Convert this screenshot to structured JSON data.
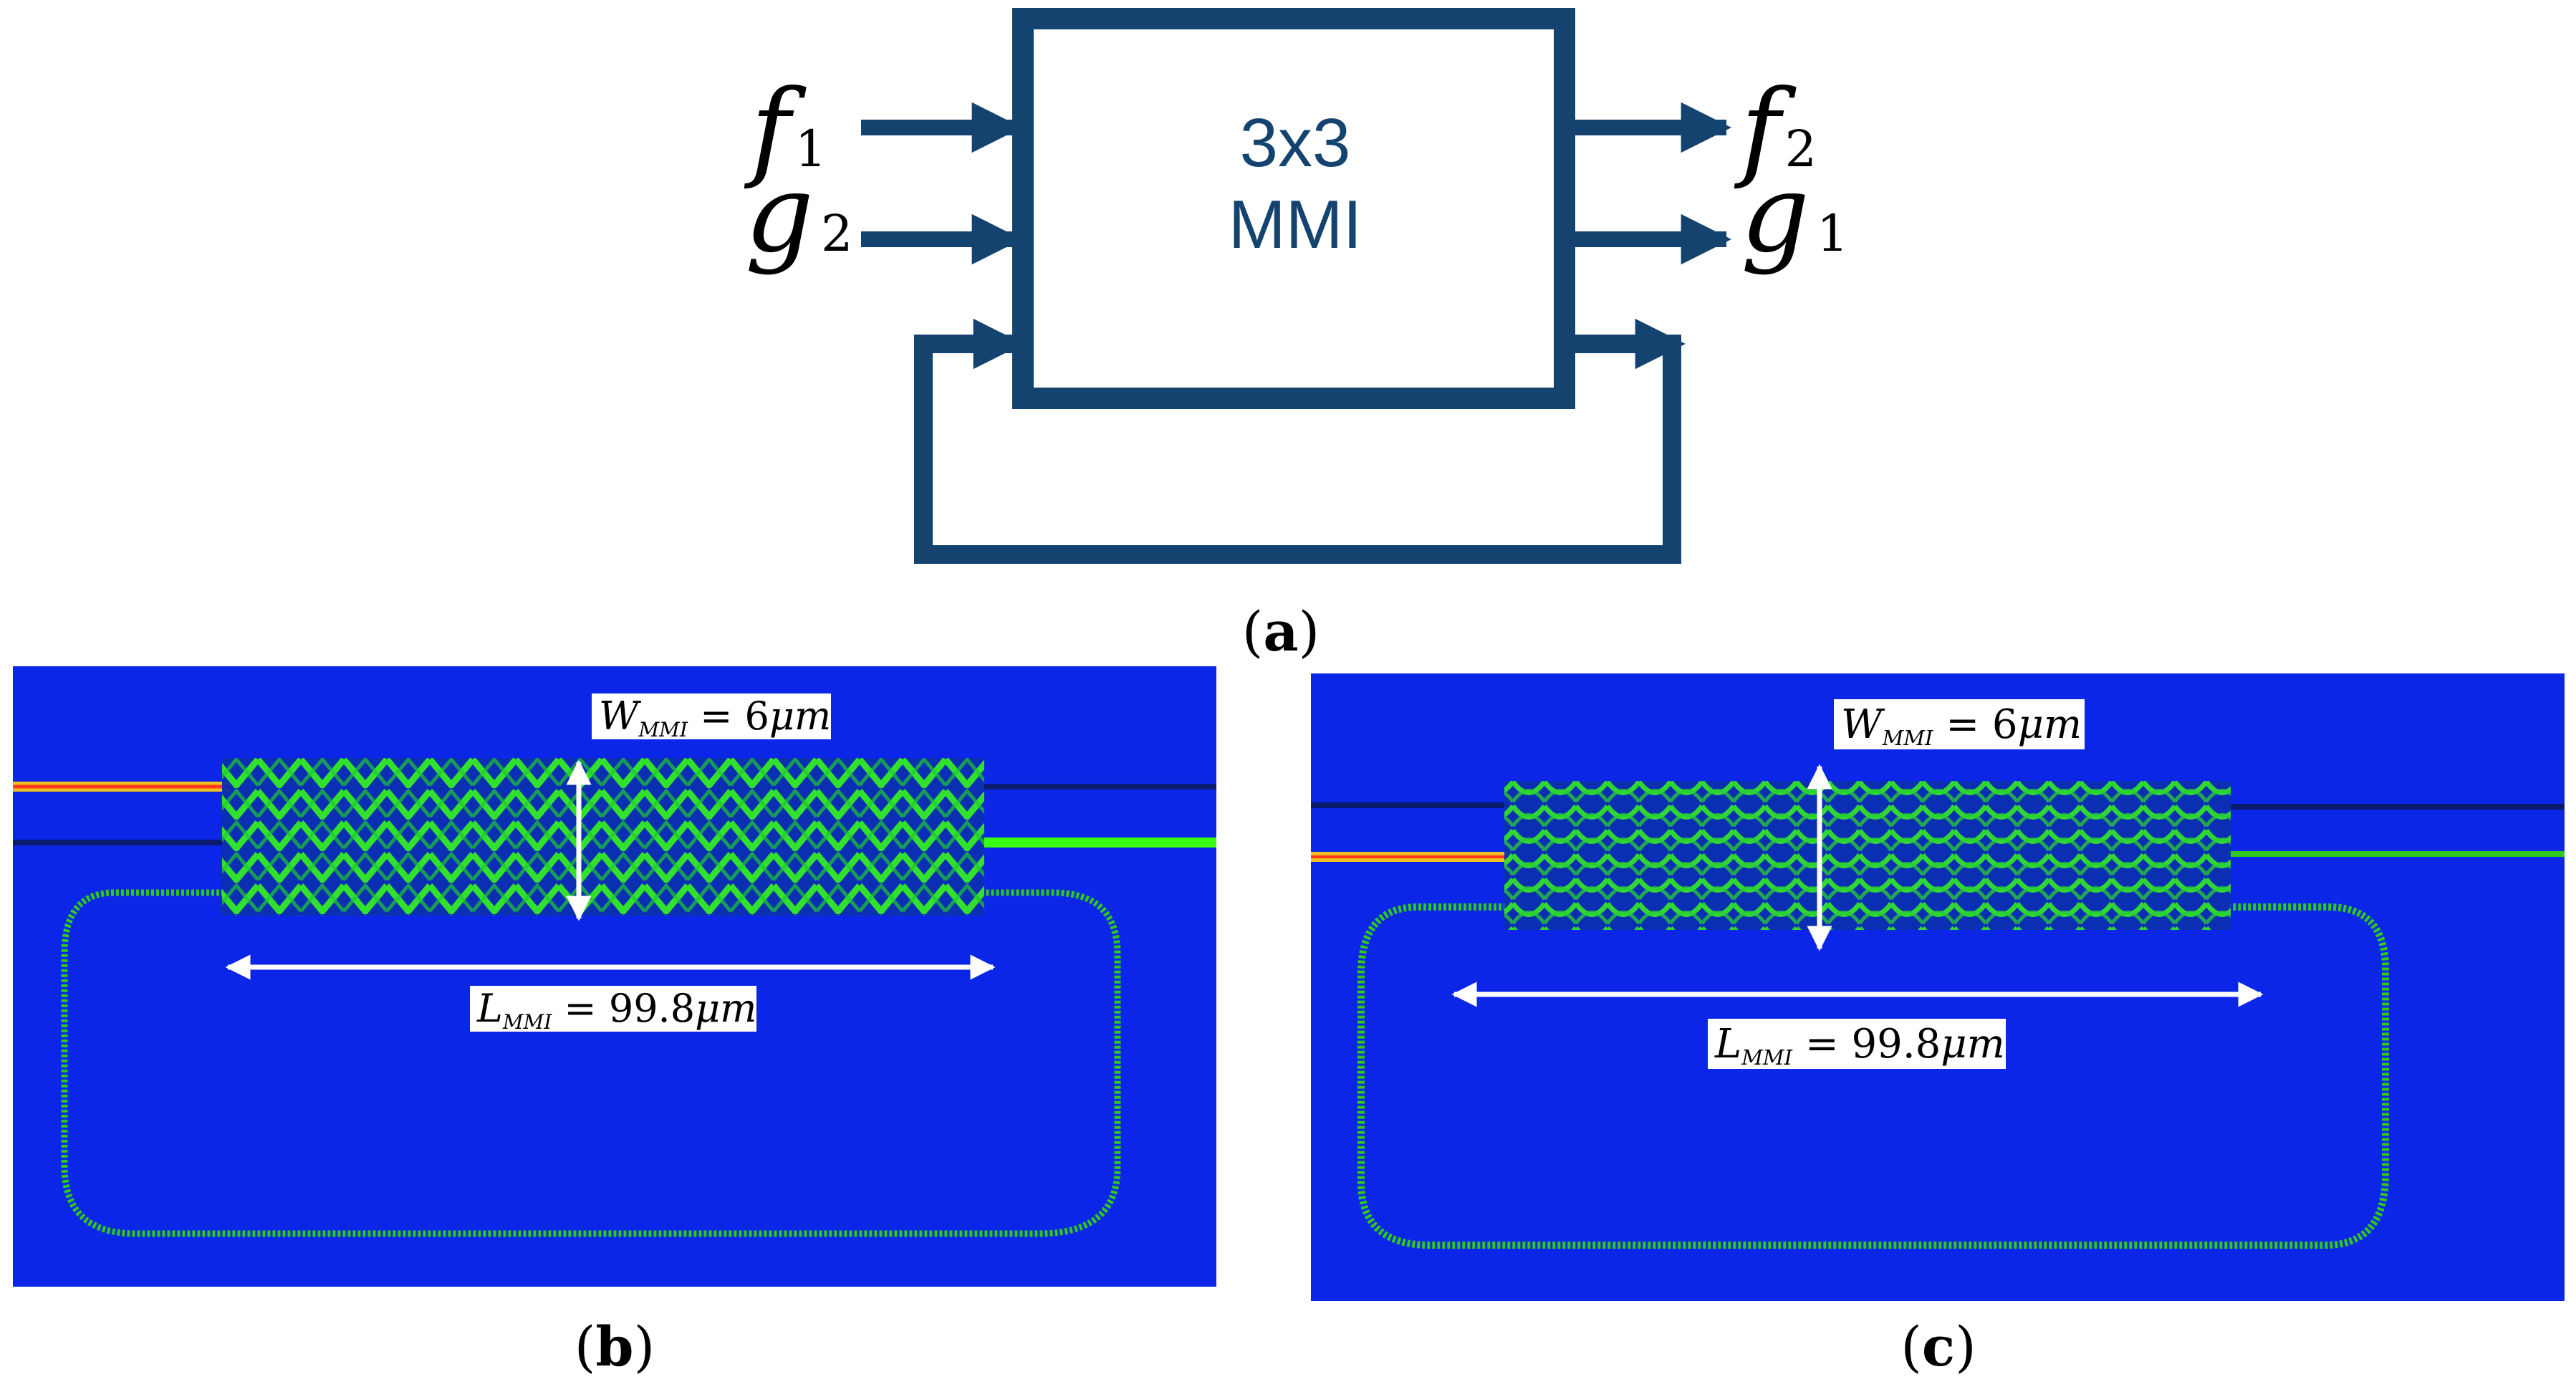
{
  "colors": {
    "navy": "#13436e",
    "field_blue": "#0c26e8",
    "mode_green": "#39ff14",
    "guide_dark": "#0a1a6c",
    "text_black": "#000000"
  },
  "panel_a": {
    "block_label_line1": "3x3",
    "block_label_line2": "MMI",
    "inputs": [
      {
        "sym": "f",
        "sub": "1"
      },
      {
        "sym": "g",
        "sub": "2"
      }
    ],
    "outputs": [
      {
        "sym": "f",
        "sub": "2"
      },
      {
        "sym": "g",
        "sub": "1"
      }
    ],
    "caption_letter": "a"
  },
  "panel_b": {
    "width_label": {
      "sym": "W",
      "sub": "MMI",
      "value": " = 6",
      "unit": "μm"
    },
    "length_label": {
      "sym": "L",
      "sub": "MMI",
      "value": " = 99.8",
      "unit": "μm"
    },
    "caption_letter": "b"
  },
  "panel_c": {
    "width_label": {
      "sym": "W",
      "sub": "MMI",
      "value": " = 6",
      "unit": "μm"
    },
    "length_label": {
      "sym": "L",
      "sub": "MMI",
      "value": " = 99.8",
      "unit": "μm"
    },
    "caption_letter": "c"
  }
}
